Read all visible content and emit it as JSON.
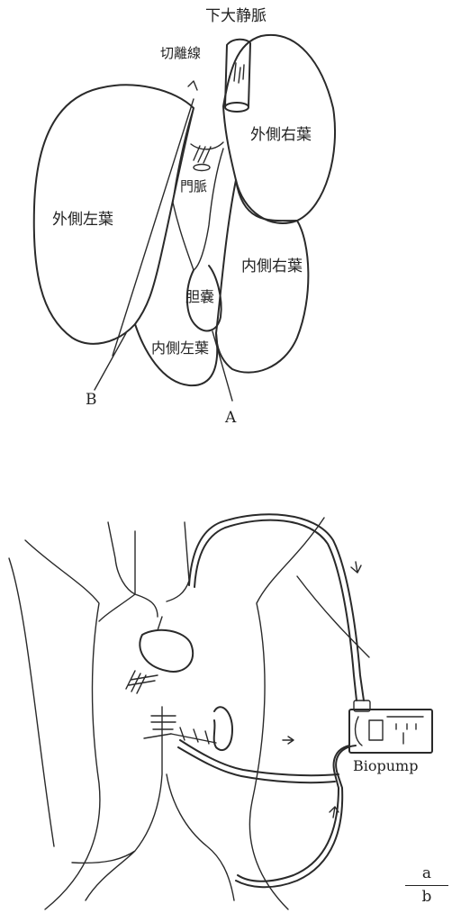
{
  "figure_a": {
    "ivc_label": "下大静脈",
    "cut_line_label": "切離線",
    "right_lateral_lobe": "外側右葉",
    "left_lateral_lobe": "外側左葉",
    "portal_vein": "門脈",
    "right_medial_lobe": "内側右葉",
    "gallbladder": "胆嚢",
    "left_medial_lobe": "内側左葉",
    "marker_b": "B",
    "marker_a": "A"
  },
  "figure_b": {
    "pump_label": "Biopump"
  },
  "panel_index": {
    "top": "a",
    "bottom": "b"
  }
}
